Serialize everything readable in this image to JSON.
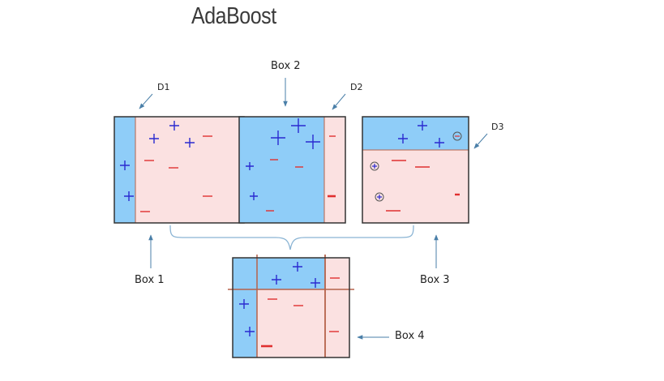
{
  "title": "AdaBoost",
  "labels": {
    "box1": "Box 1",
    "box2": "Box 2",
    "box3": "Box 3",
    "box4": "Box 4",
    "d1": "D1",
    "d2": "D2",
    "d3": "D3"
  },
  "colors": {
    "positive_region": "#8fcdf8",
    "negative_region": "#fbe1e1",
    "plus_sign": "#2a2ad0",
    "minus_sign": "#e03030",
    "boundary": "#b5624b",
    "arrow": "#4a7fa8",
    "box_border": "#333333"
  }
}
